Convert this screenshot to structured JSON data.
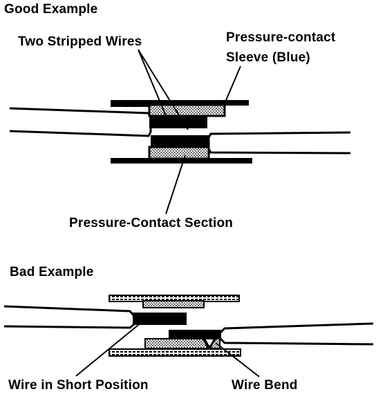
{
  "good": {
    "heading": "Good Example",
    "label_wires": "Two Stripped Wires",
    "label_sleeve_line1": "Pressure-contact",
    "label_sleeve_line2": "Sleeve (Blue)",
    "label_section": "Pressure-Contact Section"
  },
  "bad": {
    "heading": "Bad Example",
    "label_short": "Wire in Short Position",
    "label_bend": "Wire Bend"
  }
}
